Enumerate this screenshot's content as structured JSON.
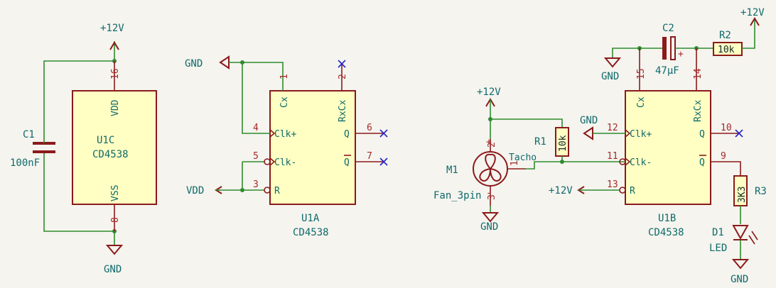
{
  "nets": {
    "vcc": "+12V",
    "gnd": "GND",
    "vdd": "VDD"
  },
  "components": {
    "c1": {
      "ref": "C1",
      "value": "100nF"
    },
    "u1c": {
      "ref": "U1C",
      "value": "CD4538",
      "pin_vdd": "VDD",
      "pin_vss": "VSS",
      "pin_vdd_num": "16",
      "pin_vss_num": "8"
    },
    "u1a": {
      "ref": "U1A",
      "value": "CD4538"
    },
    "u1b": {
      "ref": "U1B",
      "value": "CD4538"
    },
    "m1": {
      "ref": "M1",
      "value": "Fan_3pin",
      "pin_tacho": "Tacho",
      "pin1": "1",
      "pin2": "2",
      "pin3": "3",
      "plus": "+",
      "minus": "-"
    },
    "r1": {
      "ref": "R1",
      "value": "10k"
    },
    "r2": {
      "ref": "R2",
      "value": "10k"
    },
    "r3": {
      "ref": "R3",
      "value": "3K3"
    },
    "c2": {
      "ref": "C2",
      "value": "47µF",
      "plus": "+"
    },
    "d1": {
      "ref": "D1",
      "value": "LED"
    }
  },
  "pins": {
    "cx": "Cx",
    "rxcx": "RxCx",
    "clkp": "Clk+",
    "clkm": "Clk-",
    "r": "R",
    "q": "Q",
    "qn": "Q",
    "u1a": {
      "p1": "1",
      "p2": "2",
      "p4": "4",
      "p5": "5",
      "p3": "3",
      "p6": "6",
      "p7": "7"
    },
    "u1b": {
      "p15": "15",
      "p14": "14",
      "p12": "12",
      "p11": "11",
      "p13": "13",
      "p10": "10",
      "p9": "9"
    }
  }
}
